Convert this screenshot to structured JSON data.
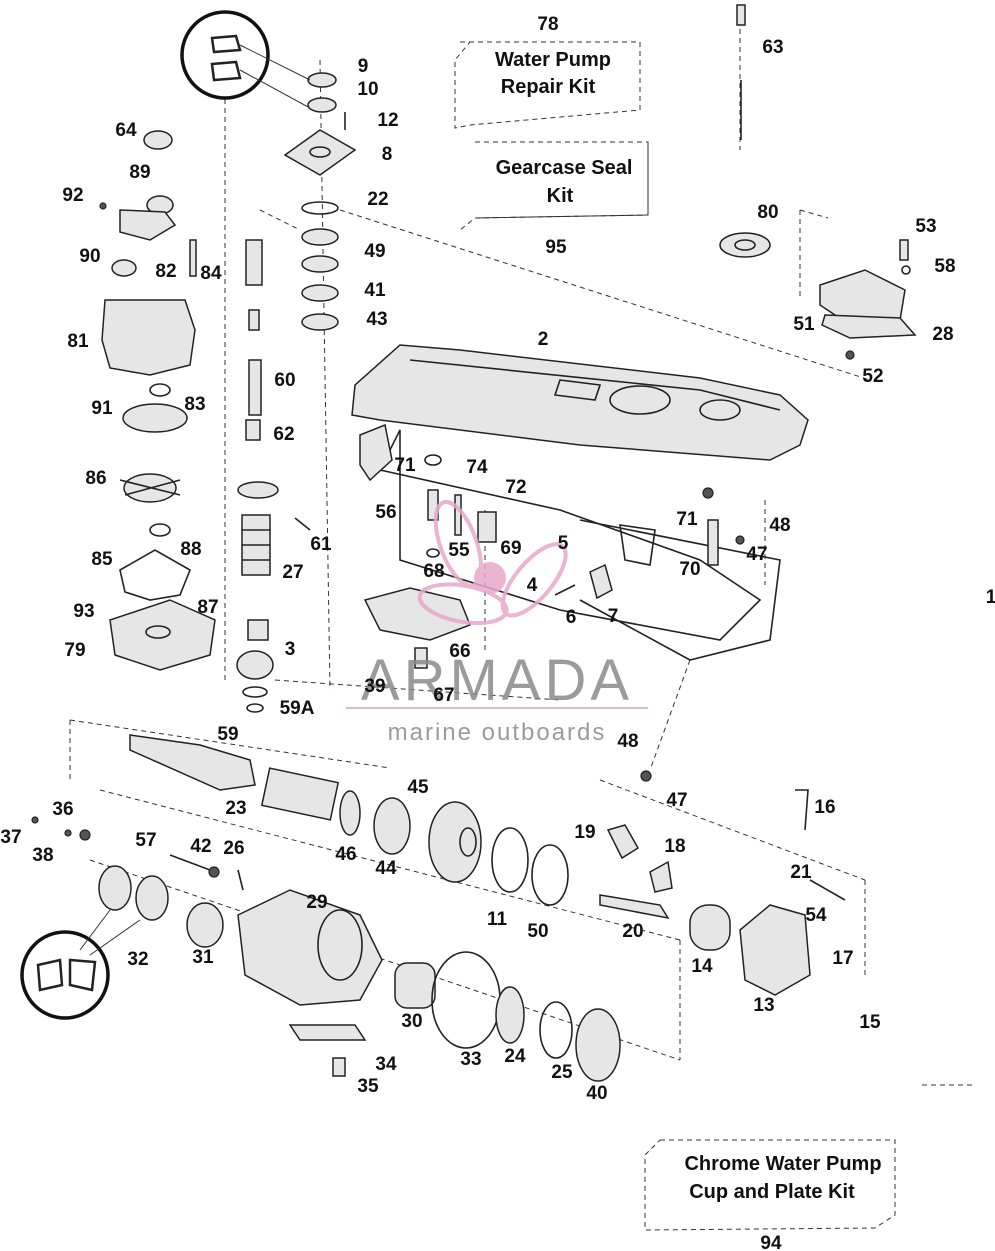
{
  "kits": [
    {
      "number": "78",
      "line1": "Water Pump",
      "line2": "Repair Kit"
    },
    {
      "number": "95",
      "line1": "Gearcase Seal",
      "line2": "Kit"
    },
    {
      "number": "94",
      "line1": "Chrome Water Pump",
      "line2": "Cup and Plate Kit"
    }
  ],
  "watermark": {
    "brand": "ARMADA",
    "tagline": "marine outboards",
    "accent_color": "#e8a7c8"
  },
  "part_labels": [
    "9",
    "10",
    "12",
    "8",
    "22",
    "49",
    "41",
    "43",
    "64",
    "89",
    "92",
    "90",
    "82",
    "84",
    "81",
    "60",
    "83",
    "91",
    "62",
    "86",
    "61",
    "88",
    "27",
    "85",
    "87",
    "93",
    "79",
    "3",
    "59A",
    "59",
    "63",
    "80",
    "53",
    "58",
    "51",
    "28",
    "52",
    "2",
    "71",
    "74",
    "72",
    "56",
    "55",
    "69",
    "5",
    "4",
    "7",
    "68",
    "6",
    "66",
    "67",
    "39",
    "48",
    "47",
    "70",
    "45",
    "23",
    "46",
    "44",
    "36",
    "37",
    "38",
    "57",
    "42",
    "26",
    "19",
    "18",
    "16",
    "21",
    "54",
    "17",
    "11",
    "50",
    "20",
    "14",
    "13",
    "15",
    "29",
    "32",
    "31",
    "30",
    "33",
    "24",
    "25",
    "40",
    "34",
    "35",
    "1"
  ]
}
